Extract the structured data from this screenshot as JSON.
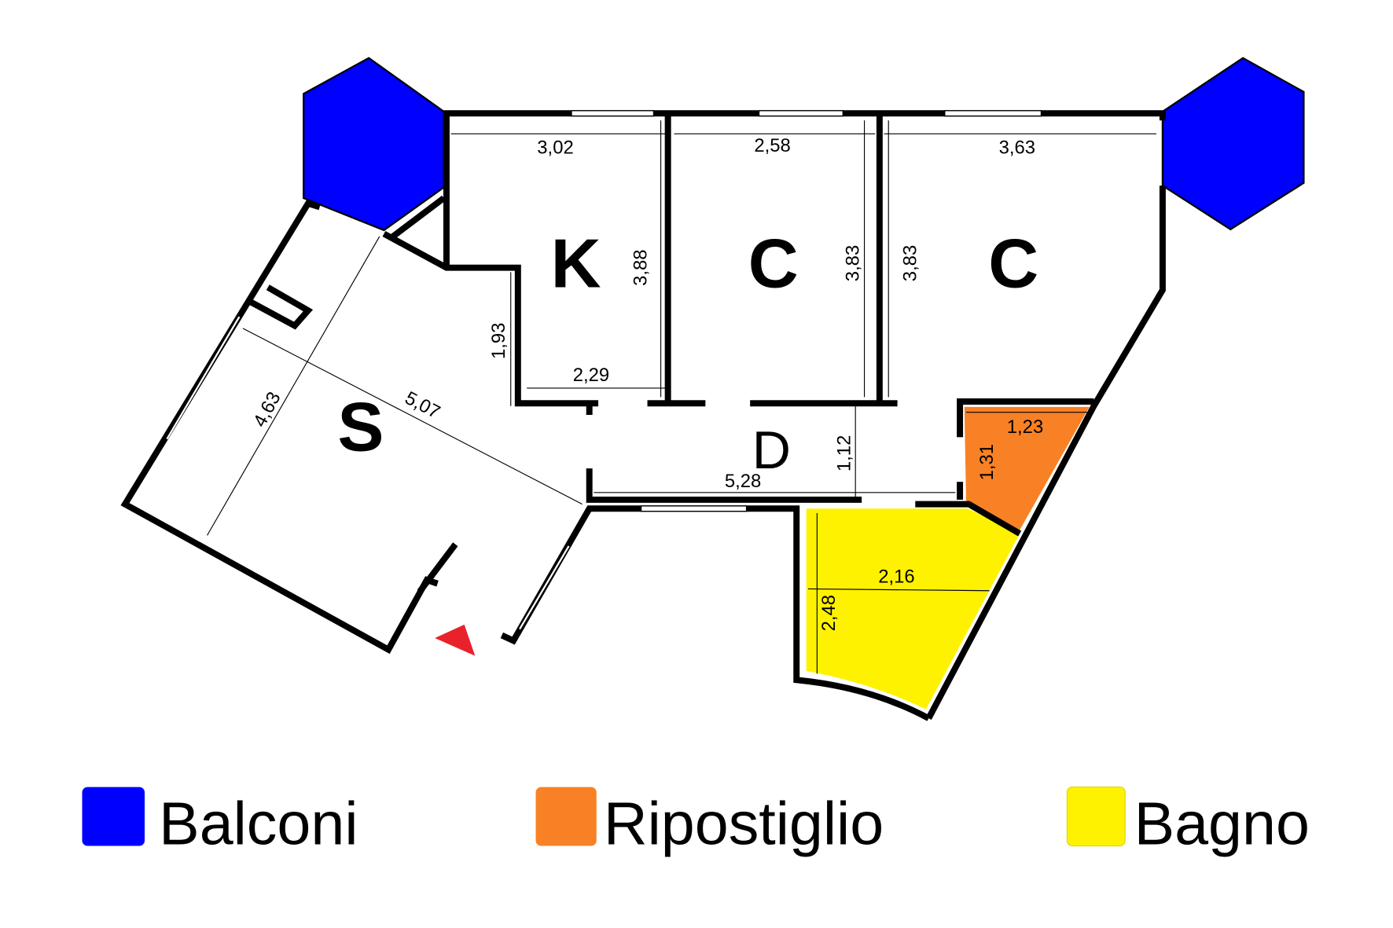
{
  "rooms": {
    "kitchen": "K",
    "bedroom1": "C",
    "bedroom2": "C",
    "living": "S",
    "hall": "D"
  },
  "dimensions": {
    "k_width": "3,02",
    "c1_width": "2,58",
    "c2_width": "3,63",
    "k_height": "3,88",
    "c1_height": "3,83",
    "c2_height": "3,83",
    "k_lower": "1,93",
    "k_bottom": "2,29",
    "s_diag1": "4,63",
    "s_diag2": "5,07",
    "d_length": "5,28",
    "d_width": "1,12",
    "rip_width": "1,23",
    "rip_height": "1,31",
    "bath_width": "2,16",
    "bath_height": "2,48"
  },
  "legend": [
    {
      "label": "Balconi",
      "color": "#0000FF"
    },
    {
      "label": "Ripostiglio",
      "color": "#F98125"
    },
    {
      "label": "Bagno",
      "color": "#FFF200"
    }
  ],
  "colors": {
    "entrance": "#E8212B"
  }
}
